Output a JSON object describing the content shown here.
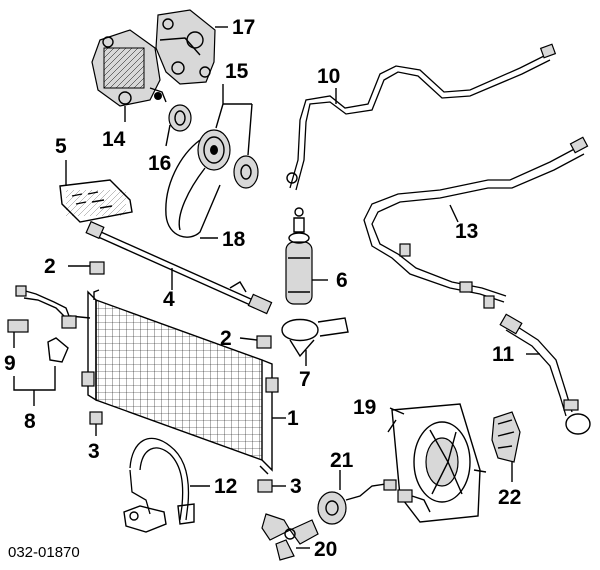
{
  "diagram": {
    "code": "032-01870",
    "callouts": {
      "c1": "1",
      "c2a": "2",
      "c2b": "2",
      "c3a": "3",
      "c3b": "3",
      "c4": "4",
      "c5": "5",
      "c6": "6",
      "c7": "7",
      "c8": "8",
      "c9": "9",
      "c10": "10",
      "c11": "11",
      "c12": "12",
      "c13": "13",
      "c14": "14",
      "c15": "15",
      "c16": "16",
      "c17": "17",
      "c18": "18",
      "c19": "19",
      "c20": "20",
      "c21": "21",
      "c22": "22"
    }
  }
}
